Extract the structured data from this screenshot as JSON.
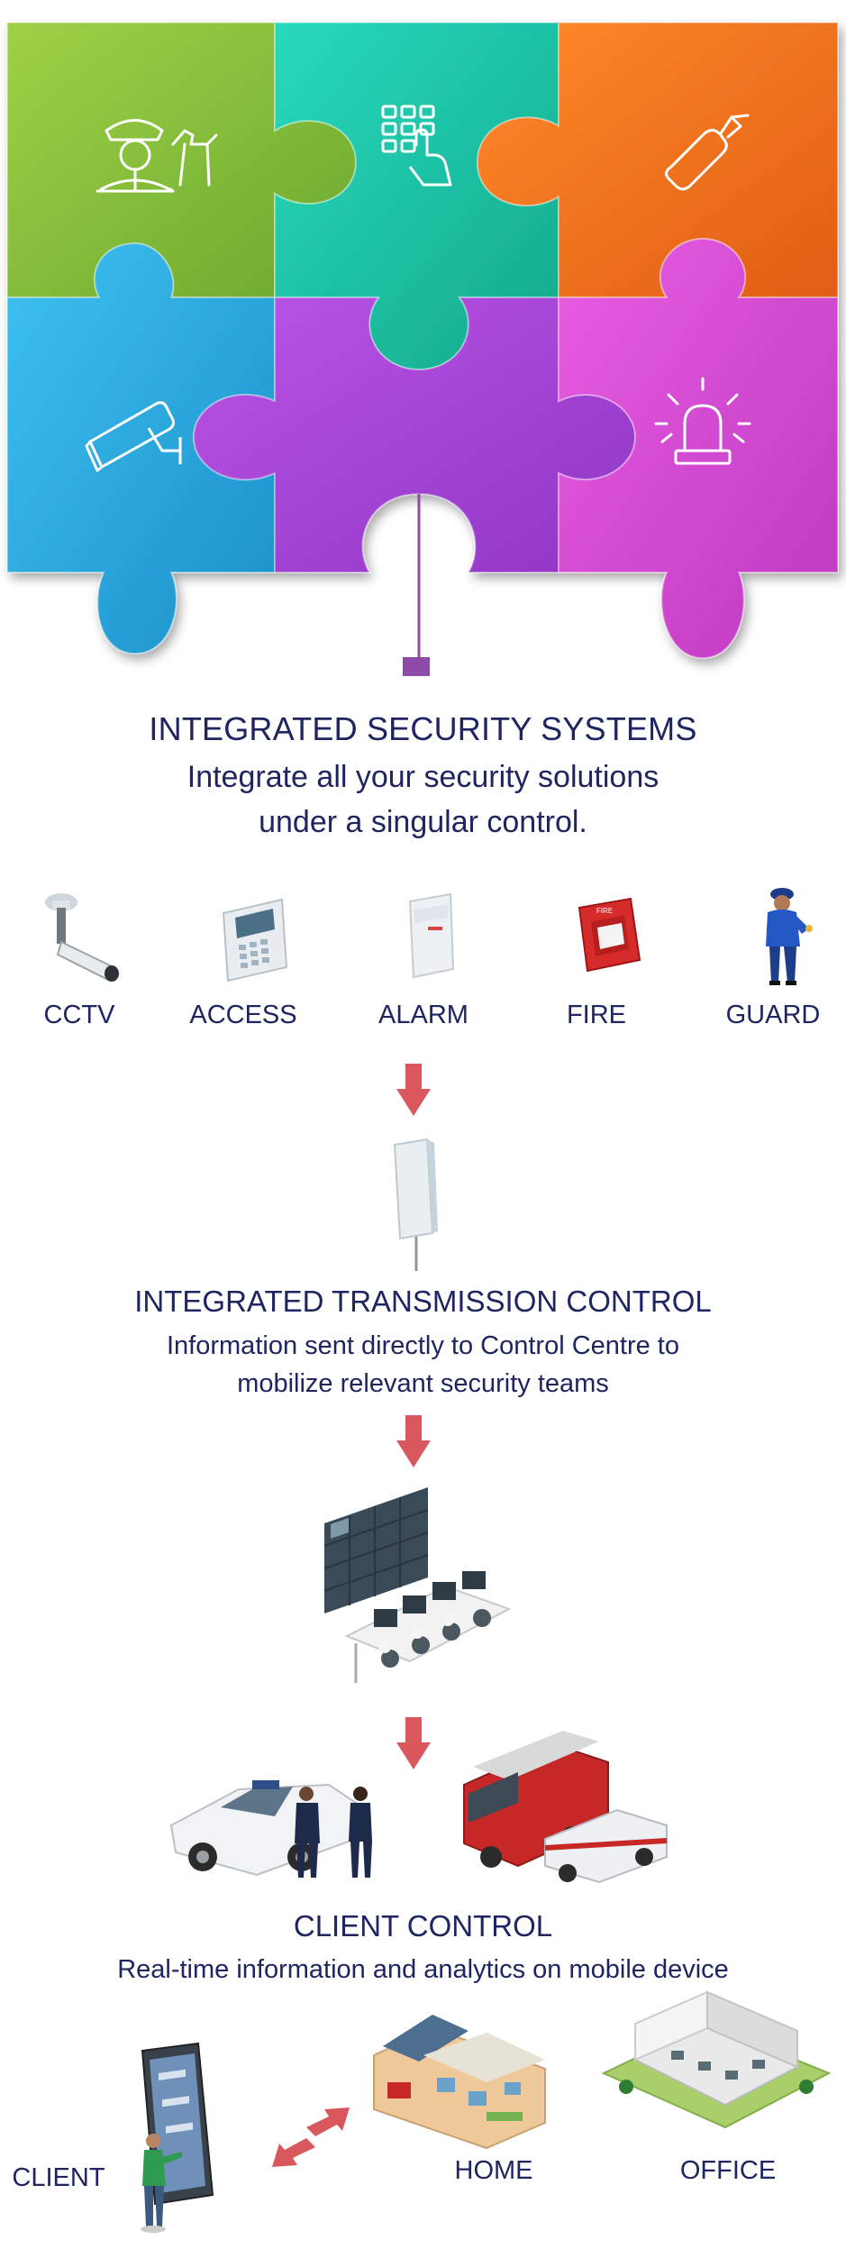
{
  "hero": {
    "title": "INTEGRATED SECURITY SYSTEMS",
    "subtitle_line1": "Integrate all your security solutions",
    "subtitle_line2": "under a singular control."
  },
  "puzzle": {
    "pieces": [
      {
        "icon": "guard-dog-icon",
        "color": "#8cc13c"
      },
      {
        "icon": "keypad-icon",
        "color": "#20c7a8"
      },
      {
        "icon": "fire-extinguisher-icon",
        "color": "#f07a22"
      },
      {
        "icon": "cctv-camera-icon",
        "color": "#2aaee6"
      },
      {
        "icon": "center-piece",
        "color": "#a946d9"
      },
      {
        "icon": "siren-icon",
        "color": "#d94ad6"
      }
    ]
  },
  "systems": {
    "items": [
      {
        "label": "CCTV",
        "icon": "cctv-icon"
      },
      {
        "label": "ACCESS",
        "icon": "access-panel-icon"
      },
      {
        "label": "ALARM",
        "icon": "alarm-sensor-icon"
      },
      {
        "label": "FIRE",
        "icon": "fire-alarm-icon"
      },
      {
        "label": "GUARD",
        "icon": "guard-icon"
      }
    ]
  },
  "transmission": {
    "title": "INTEGRATED TRANSMISSION CONTROL",
    "line1": "Information sent directly to Control Centre to",
    "line2": "mobilize relevant security teams"
  },
  "client_control": {
    "title": "CLIENT CONTROL",
    "line1": "Real-time information and analytics on mobile device"
  },
  "endpoints": {
    "client": "CLIENT",
    "home": "HOME",
    "office": "OFFICE"
  },
  "colors": {
    "text": "#1f2560",
    "arrow": "#d9585d",
    "connector": "#8c4ba6"
  }
}
